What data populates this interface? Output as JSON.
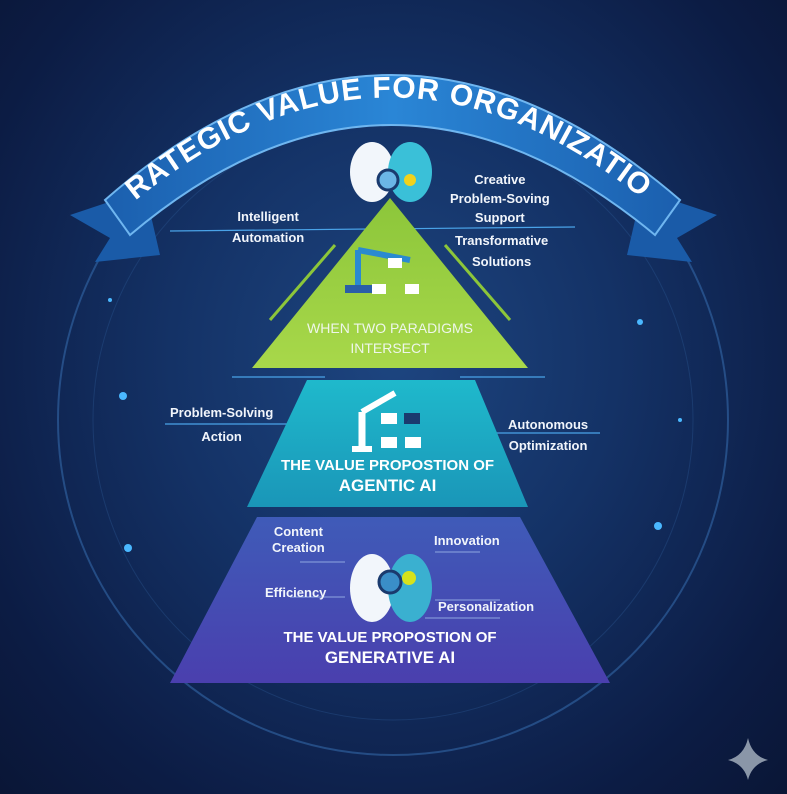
{
  "banner": {
    "title": "STRATEGIC VALUE FOR ORGANIZATIONS"
  },
  "top_tier": {
    "title_line1": "WHEN TWO PARADIGMS",
    "title_line2": "INTERSECT",
    "left_label": [
      "Intelligent",
      "Automation"
    ],
    "right_label_a": [
      "Creative",
      "Problem-Soving",
      "Support"
    ],
    "right_label_b": [
      "Transformative",
      "Solutions"
    ]
  },
  "middle_tier": {
    "title_line1": "THE VALUE PROPOSTION OF",
    "title_line2": "AGENTIC AI",
    "left_label": [
      "Problem-Solving",
      "Action"
    ],
    "right_label": [
      "Autonomous",
      "Optimization"
    ]
  },
  "bottom_tier": {
    "title_line1": "THE VALUE PROPOSTION OF",
    "title_line2": "GENERATIVE AI",
    "labels": {
      "content_creation": [
        "Content",
        "Creation"
      ],
      "efficiency": "Efficiency",
      "innovation": "Innovation",
      "personalization": "Personalization"
    }
  },
  "colors": {
    "green": "#9fd43a",
    "teal": "#22b3c9",
    "purple": "#4a45b0",
    "banner": "#1f72c2",
    "bg": "#143266"
  }
}
